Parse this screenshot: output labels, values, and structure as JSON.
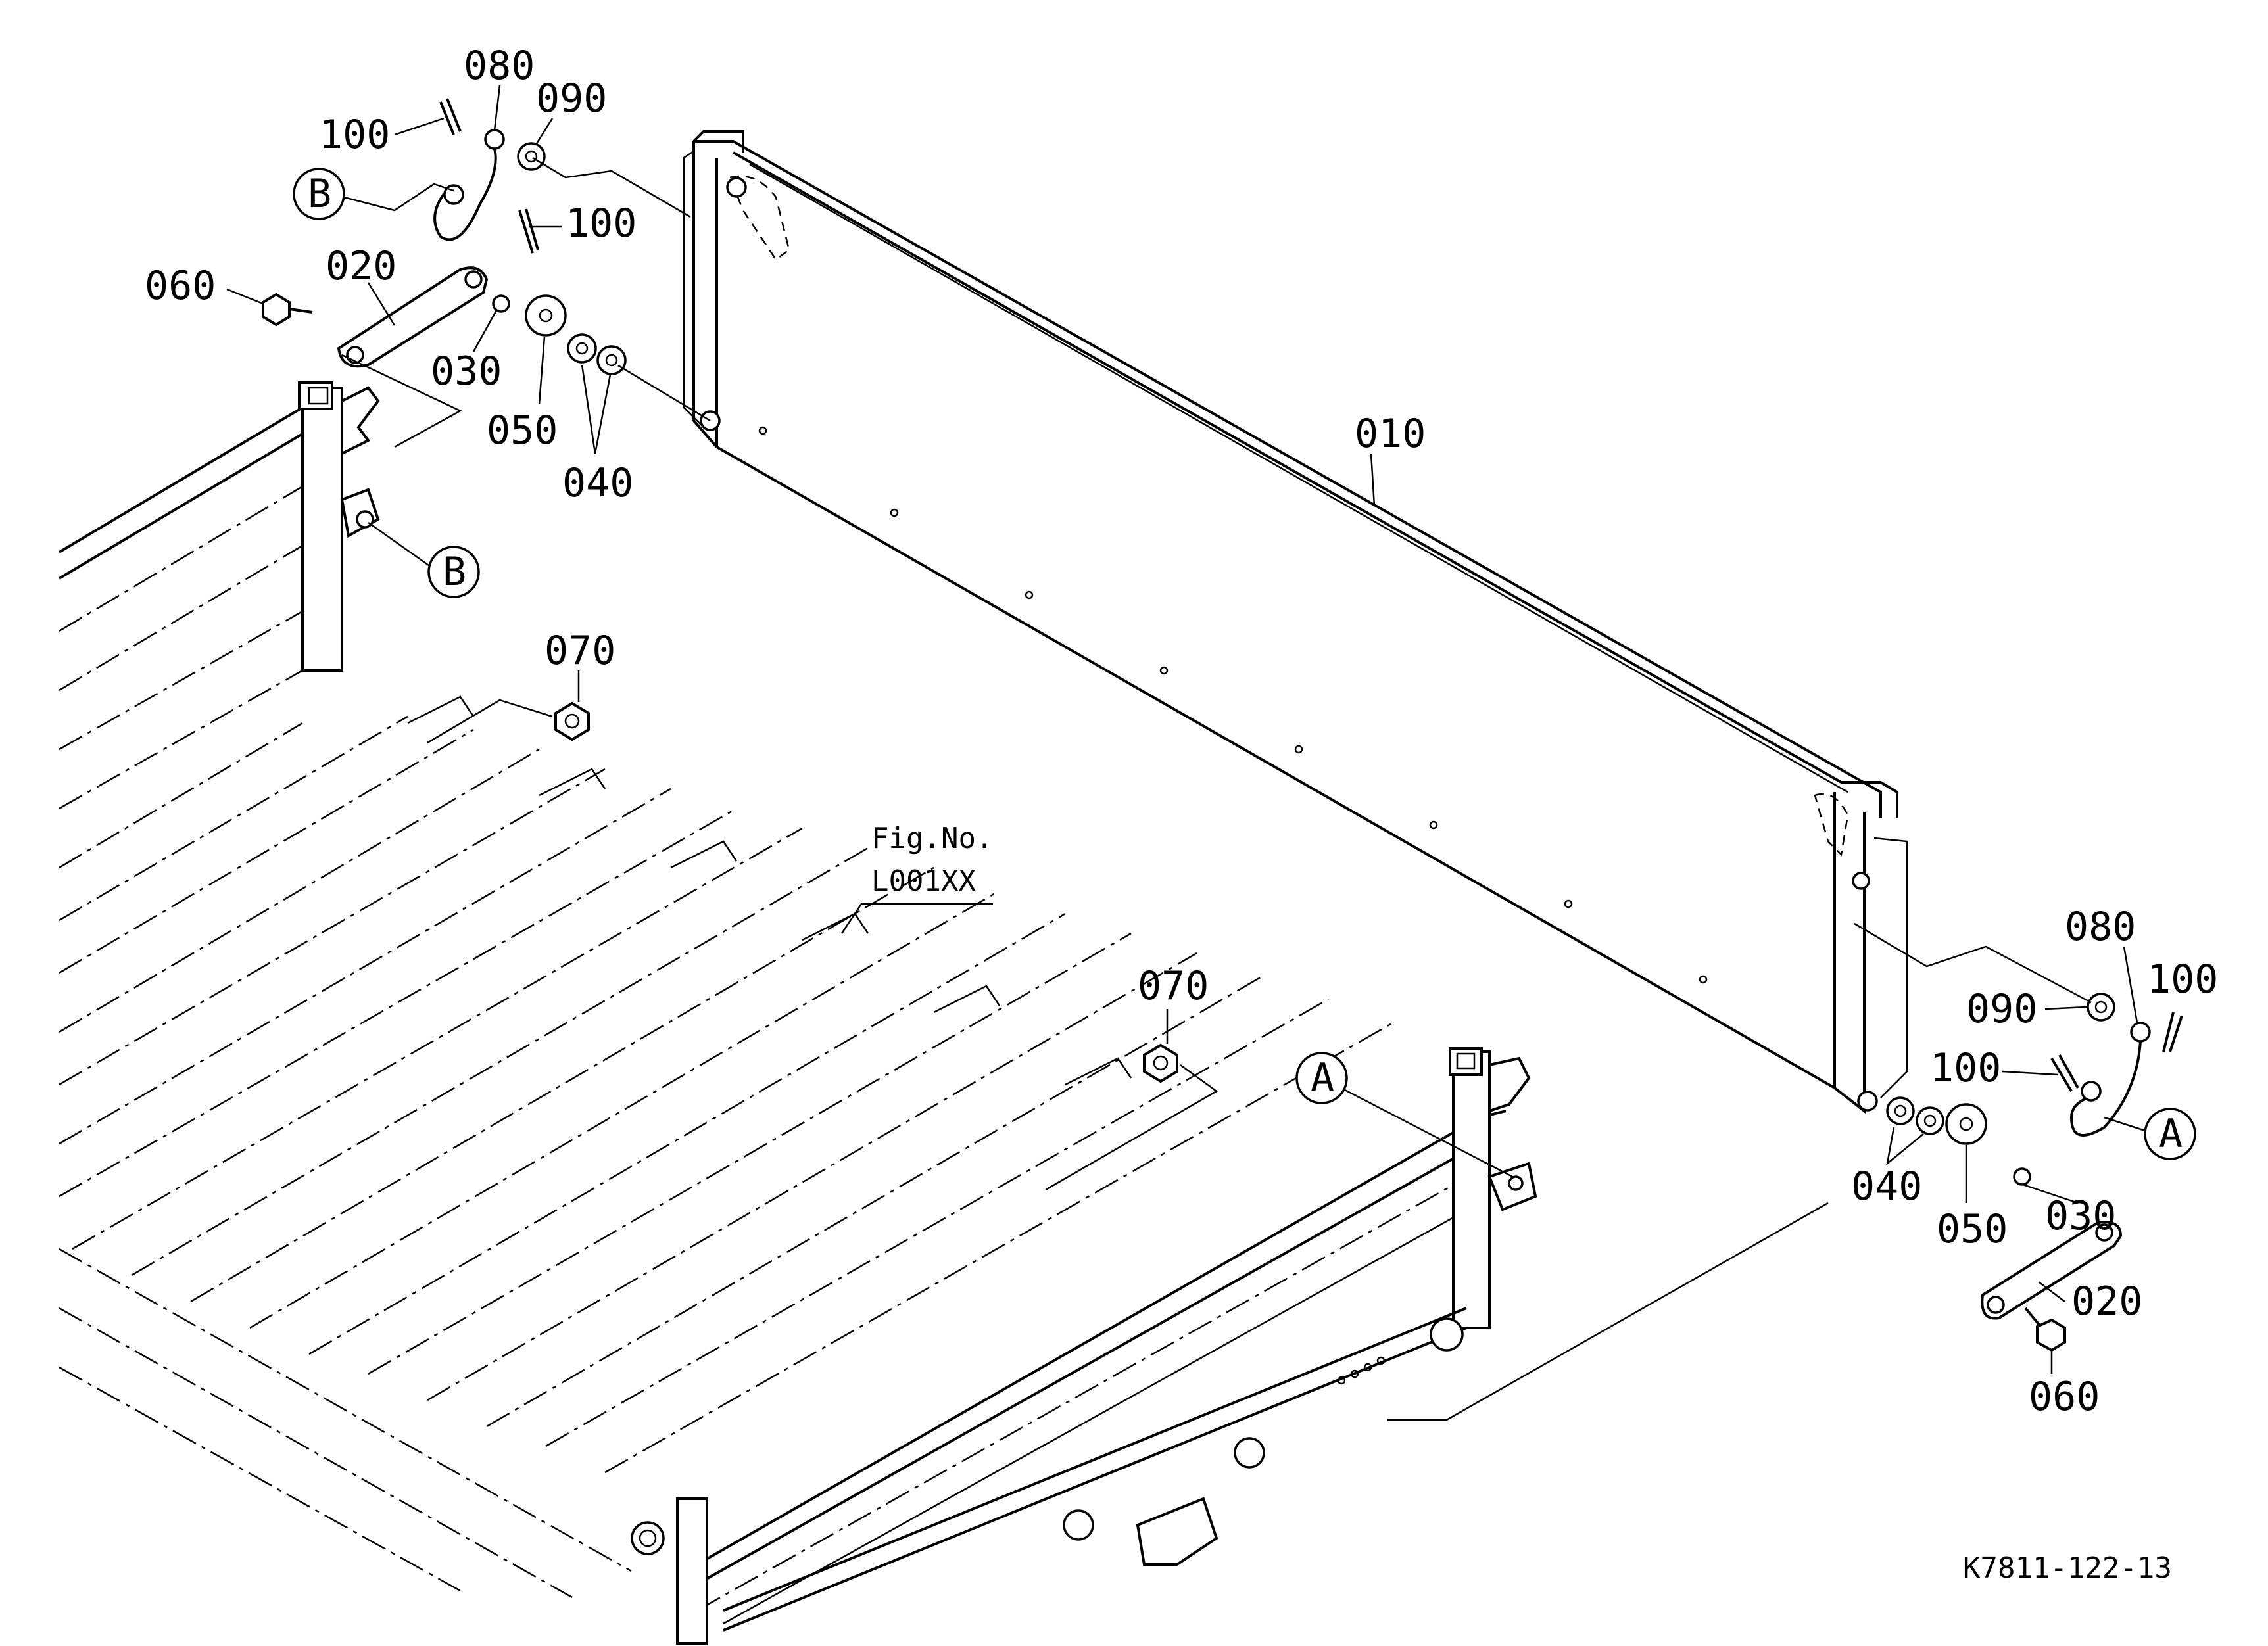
{
  "callouts": {
    "p010": "010",
    "p020_top": "020",
    "p020_bottom": "020",
    "p030_top": "030",
    "p030_bottom": "030",
    "p040_top": "040",
    "p040_bottom": "040",
    "p050_top": "050",
    "p050_bottom": "050",
    "p060_top": "060",
    "p060_bottom": "060",
    "p070_top": "070",
    "p070_bottom": "070",
    "p080_top": "080",
    "p080_bottom": "080",
    "p090_top": "090",
    "p090_bottom": "090",
    "p100_top_a": "100",
    "p100_top_b": "100",
    "p100_bottom_a": "100",
    "p100_bottom_b": "100"
  },
  "refs": {
    "b_top": "B",
    "b_post": "B",
    "a_bed": "A",
    "a_cable": "A"
  },
  "fig_ref": {
    "line1": "Fig.No.",
    "line2": "L001XX"
  },
  "diagram_code": "K7811-122-13"
}
